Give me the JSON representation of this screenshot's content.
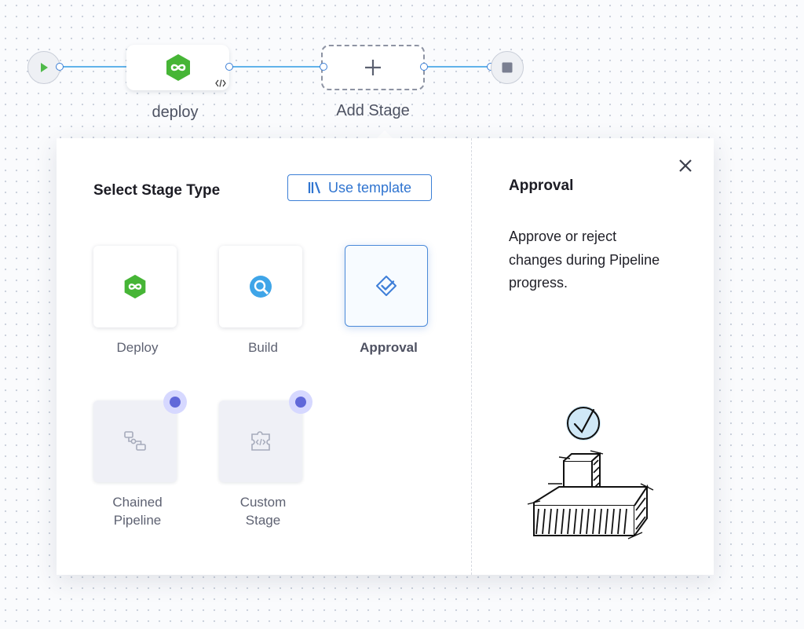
{
  "pipeline": {
    "stages": [
      {
        "label": "deploy",
        "icon": "cd-module-icon"
      },
      {
        "label": "Add Stage",
        "icon": "plus-icon"
      }
    ],
    "start_icon": "play-icon",
    "end_icon": "stop-icon",
    "yaml_icon": "code-icon",
    "colors": {
      "connector": "#62b3ea",
      "cd_green": "#46b536"
    }
  },
  "panel": {
    "title": "Select Stage Type",
    "template_button": {
      "label": "Use template",
      "icon": "template-library-icon"
    },
    "stage_types": [
      {
        "label": "Deploy",
        "icon": "cd-module-icon",
        "selected": false,
        "disabled": false
      },
      {
        "label": "Build",
        "icon": "ci-module-icon",
        "selected": false,
        "disabled": false
      },
      {
        "label": "Approval",
        "icon": "approval-icon",
        "selected": true,
        "disabled": false
      },
      {
        "label": "Chained Pipeline",
        "line1": "Chained",
        "line2": "Pipeline",
        "icon": "chained-pipeline-icon",
        "selected": false,
        "disabled": true,
        "badge": true
      },
      {
        "label": "Custom Stage",
        "line1": "Custom",
        "line2": "Stage",
        "icon": "custom-stage-icon",
        "selected": false,
        "disabled": true,
        "badge": true
      }
    ],
    "info": {
      "title": "Approval",
      "description": "Approve or reject changes during Pipeline progress.",
      "close_icon": "close-icon",
      "illustration": "approval-sketch-illustration"
    }
  }
}
